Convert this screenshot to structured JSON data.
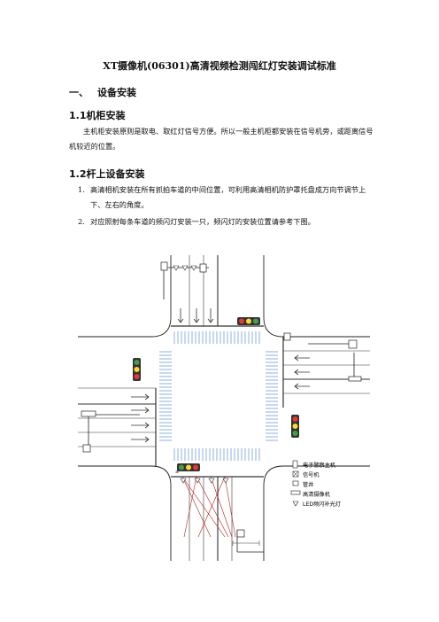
{
  "title": "XT摄像机(06301)高清视频检测闯红灯安装调试标准",
  "section1": {
    "num": "一、",
    "title": "设备安装"
  },
  "s11": {
    "title": "1.1机柜安装",
    "text": "主机柜安装原则是取电、取红灯信号方便。所以一般主机柜都安装在信号机旁，或距离信号机较近的位置。"
  },
  "s12": {
    "title": "1.2杆上设备安装",
    "items": [
      {
        "num": "1.",
        "text": "高清相机安装在所有抓拍车道的中间位置，可利用高清相机防护罩托盘成万向节调节上下、左右的角度。"
      },
      {
        "num": "2.",
        "text": "对应照射每条车道的频闪灯安装一只，频闪灯的安装位置请参考下图。"
      }
    ]
  },
  "diagram": {
    "legend": [
      {
        "icon": "electronic-police-host-icon",
        "label": "电子警察主机"
      },
      {
        "icon": "signal-machine-icon",
        "label": "信号机"
      },
      {
        "icon": "manhole-icon",
        "label": "管井"
      },
      {
        "icon": "hd-camera-icon",
        "label": "高清摄像机"
      },
      {
        "icon": "led-flash-light-icon",
        "label": "LED频闪补光灯"
      }
    ],
    "dim_label": "≥",
    "colors": {
      "red": "#e53935",
      "yellow": "#fdd835",
      "green": "#43a047",
      "crosswalk": "#c6d8ef",
      "sightline": "#b71c1c"
    }
  }
}
